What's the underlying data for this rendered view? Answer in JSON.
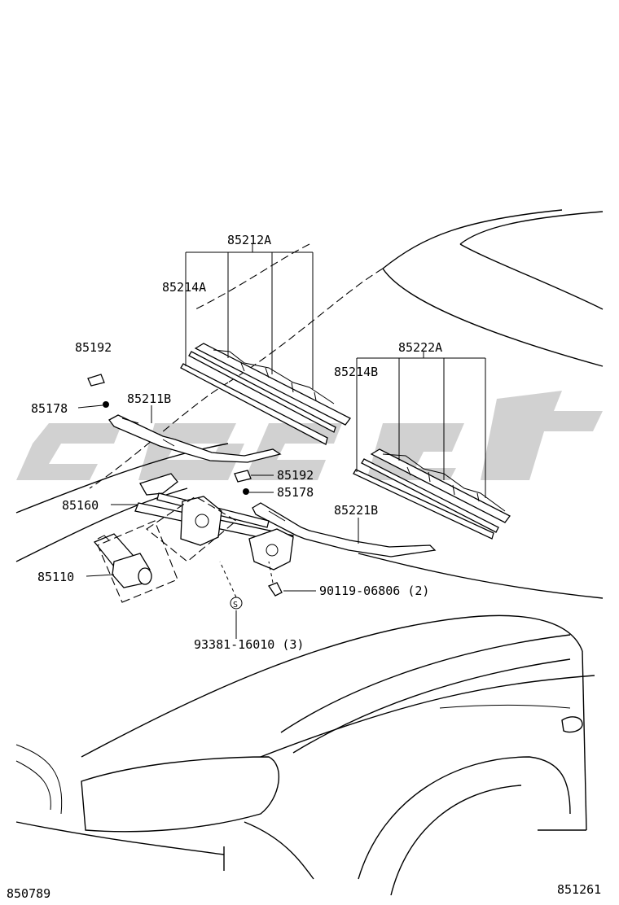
{
  "diagram": {
    "labels": {
      "blade_assy_front_rh": "85212A",
      "blade_rubber_rh": "85214A",
      "blade_assy_front_lh": "85222A",
      "blade_rubber_lh": "85214B",
      "arm_rh": "85211B",
      "arm_lh": "85221B",
      "cap_upper": "85192",
      "nut_upper": "85178",
      "cap_lower": "85192",
      "nut_lower": "85178",
      "link_assy": "85160",
      "motor_assy": "85110",
      "bolt": "90119-06806 (2)",
      "screw": "93381-16010 (3)",
      "screw_symbol": "S",
      "diagram_code_left": "850789",
      "diagram_code_right": "851261"
    }
  }
}
